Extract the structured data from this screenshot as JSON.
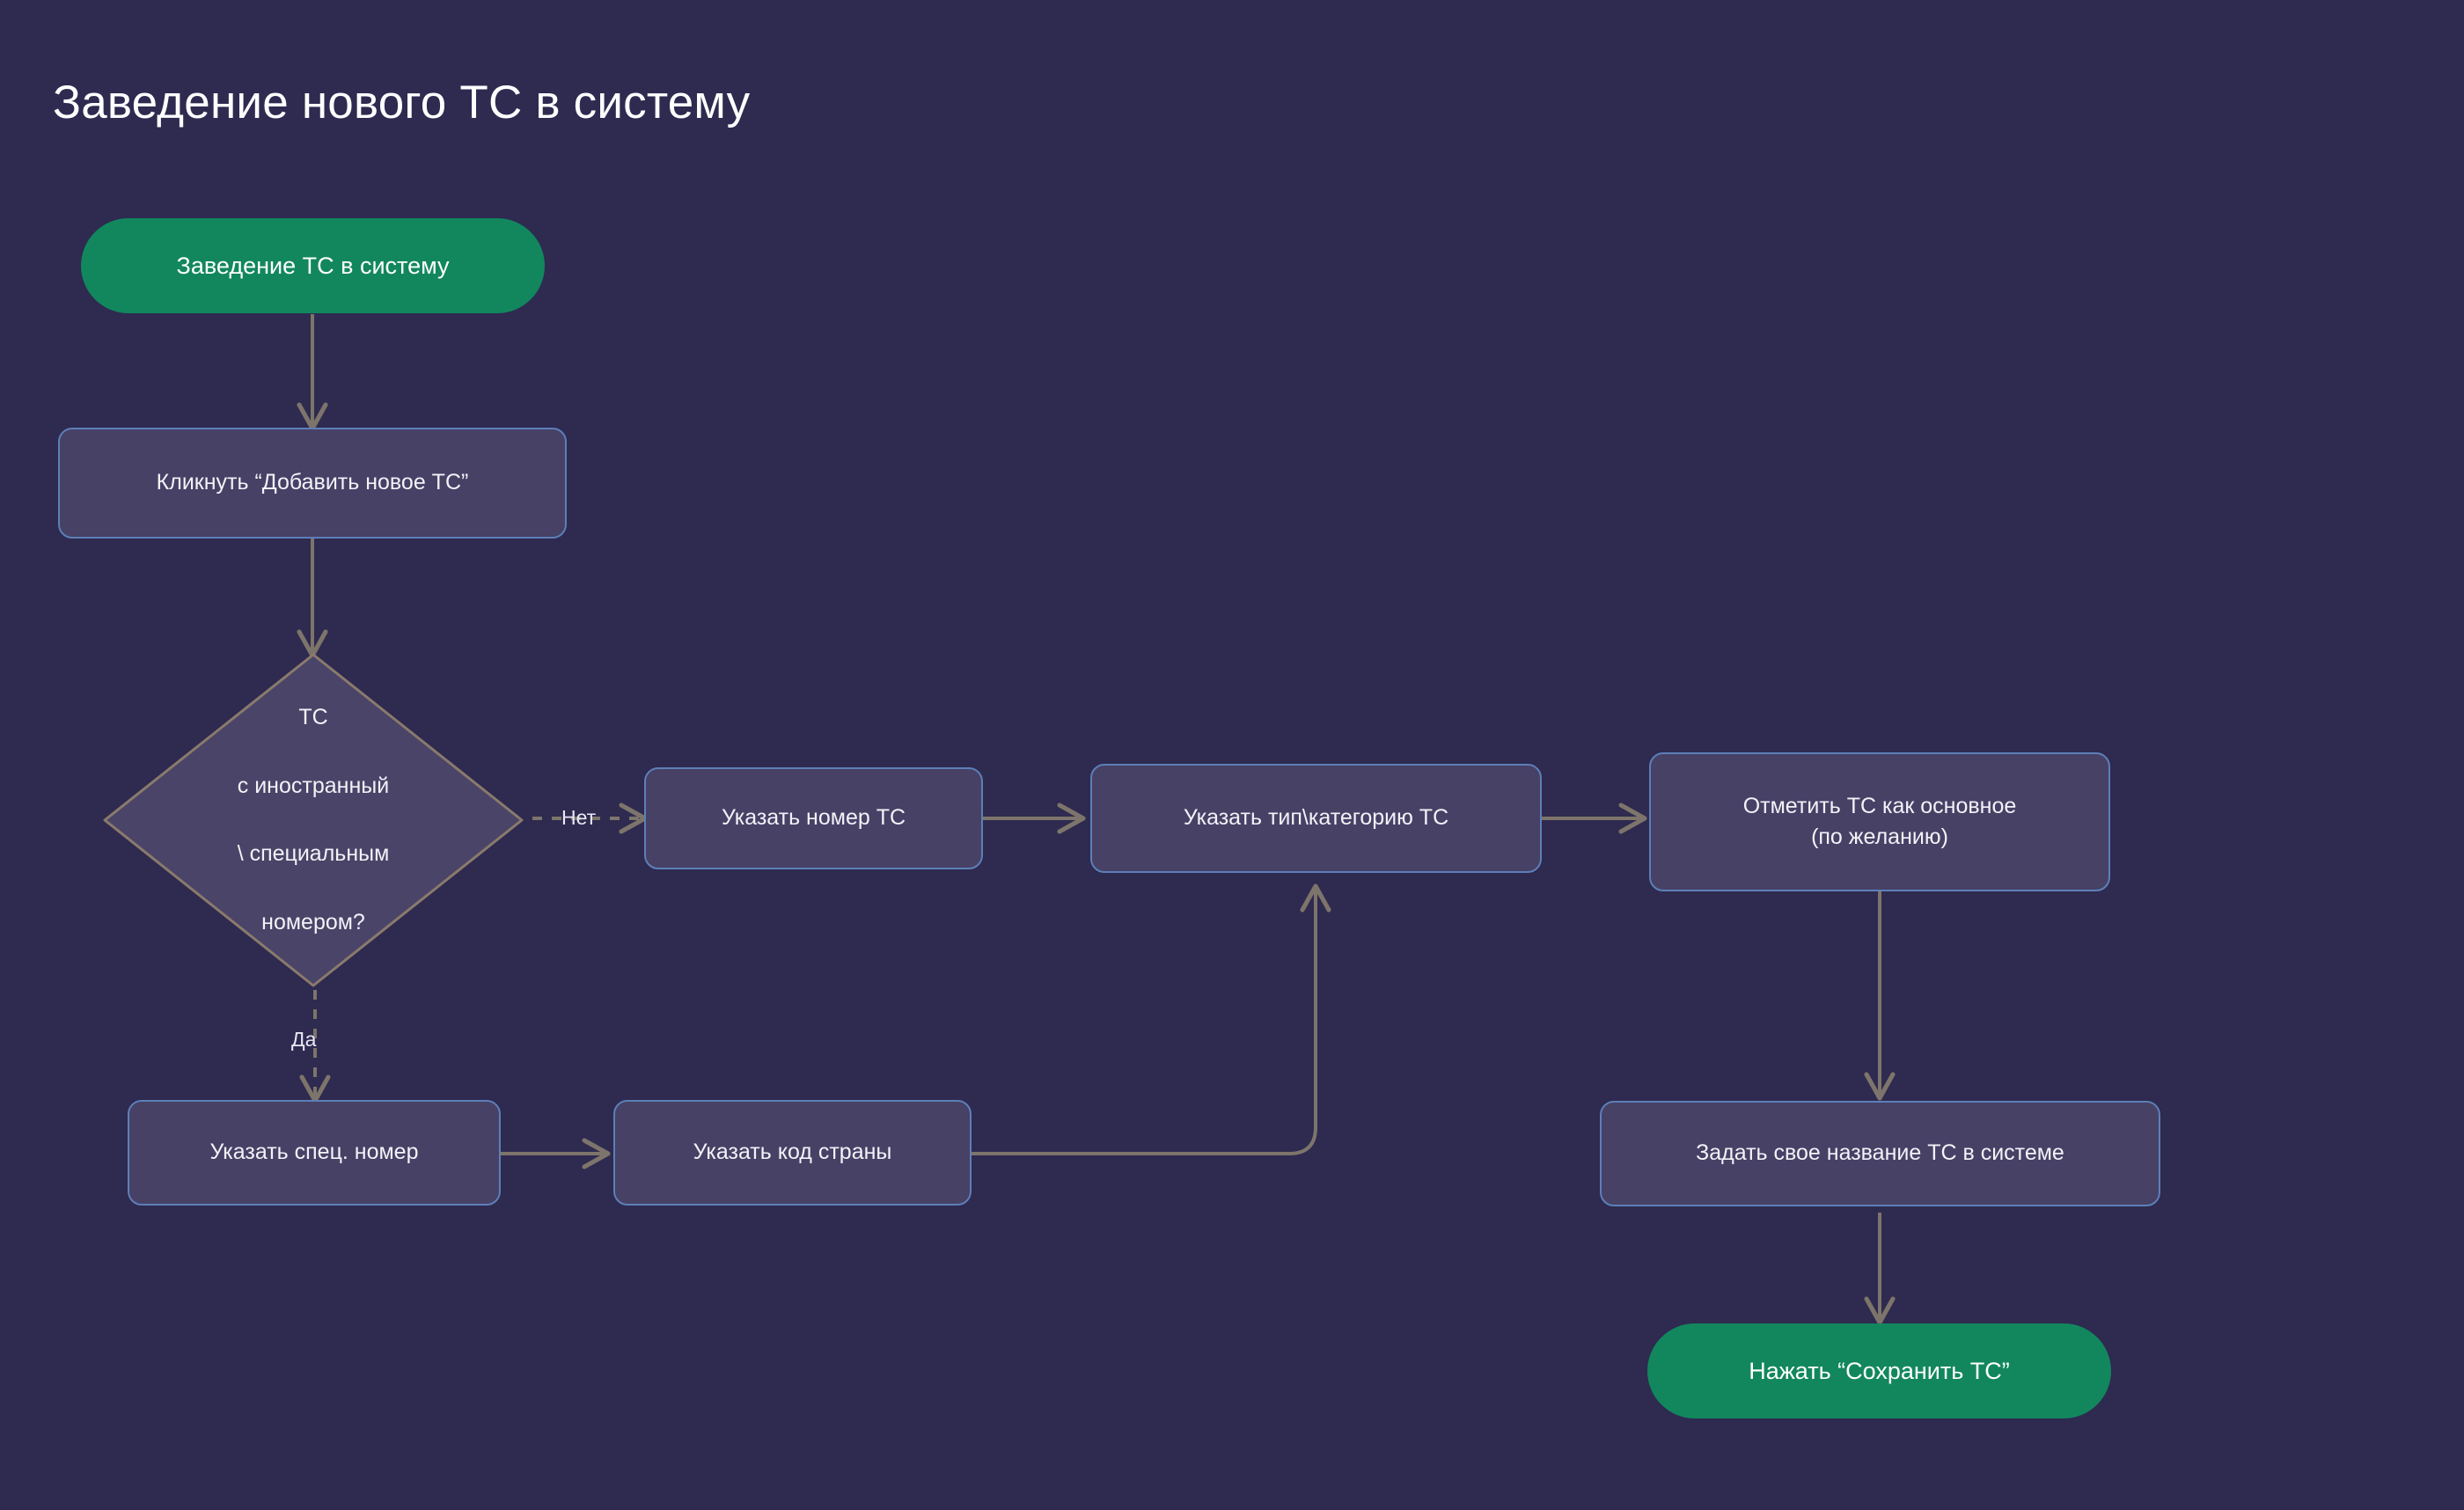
{
  "page": {
    "title": "Заведение нового ТС в систему",
    "background_color": "#2e2a50"
  },
  "theme": {
    "background": "#2e2a50",
    "process_fill": "#474166",
    "process_border": "#5d7fb8",
    "terminal_fill": "#12875e",
    "decision_fill": "#4a4468",
    "decision_border": "#8a7a6c",
    "edge_color": "#7d746b",
    "text_color": "#f2f2f7"
  },
  "chart_data": {
    "type": "diagram",
    "title": "Заведение нового ТС в систему",
    "nodes": [
      {
        "id": "start",
        "label": "Заведение ТС в систему",
        "shape": "terminal"
      },
      {
        "id": "click_add",
        "label": "Кликнуть “Добавить новое ТС”",
        "shape": "process"
      },
      {
        "id": "decision",
        "label": "ТС\nс иностранный\n\\ специальным\nномером?",
        "shape": "decision"
      },
      {
        "id": "number",
        "label": "Указать номер ТС",
        "shape": "process"
      },
      {
        "id": "type",
        "label": "Указать тип\\категорию ТС",
        "shape": "process"
      },
      {
        "id": "main",
        "label": "Отметить ТС как основное\n(по желанию)",
        "shape": "process"
      },
      {
        "id": "spec_num",
        "label": "Указать спец. номер",
        "shape": "process"
      },
      {
        "id": "country",
        "label": "Указать код страны",
        "shape": "process"
      },
      {
        "id": "own_name",
        "label": "Задать свое название ТС в системе",
        "shape": "process"
      },
      {
        "id": "save",
        "label": "Нажать “Сохранить ТС”",
        "shape": "terminal"
      }
    ],
    "edges": [
      {
        "from": "start",
        "to": "click_add",
        "label": "",
        "style": "solid"
      },
      {
        "from": "click_add",
        "to": "decision",
        "label": "",
        "style": "solid"
      },
      {
        "from": "decision",
        "to": "number",
        "label": "Нет",
        "style": "dashed"
      },
      {
        "from": "decision",
        "to": "spec_num",
        "label": "Да",
        "style": "dashed"
      },
      {
        "from": "number",
        "to": "type",
        "label": "",
        "style": "solid"
      },
      {
        "from": "type",
        "to": "main",
        "label": "",
        "style": "solid"
      },
      {
        "from": "spec_num",
        "to": "country",
        "label": "",
        "style": "solid"
      },
      {
        "from": "country",
        "to": "type",
        "label": "",
        "style": "solid"
      },
      {
        "from": "main",
        "to": "own_name",
        "label": "",
        "style": "solid"
      },
      {
        "from": "own_name",
        "to": "save",
        "label": "",
        "style": "solid"
      }
    ]
  },
  "nodes": {
    "start": {
      "label": "Заведение ТС в систему"
    },
    "click_add": {
      "label": "Кликнуть “Добавить новое ТС”"
    },
    "decision": {
      "line1": "ТС",
      "line2": "с иностранный",
      "line3": "\\ специальным",
      "line4": "номером?"
    },
    "number": {
      "label": "Указать номер ТС"
    },
    "type": {
      "label": "Указать тип\\категорию ТС"
    },
    "main": {
      "line1": "Отметить ТС как основное",
      "line2": "(по желанию)"
    },
    "spec_num": {
      "label": "Указать спец. номер"
    },
    "country": {
      "label": "Указать код страны"
    },
    "own_name": {
      "label": "Задать свое название ТС в системе"
    },
    "save": {
      "label": "Нажать “Сохранить ТС”"
    }
  },
  "edge_labels": {
    "no": "Нет",
    "yes": "Да"
  }
}
